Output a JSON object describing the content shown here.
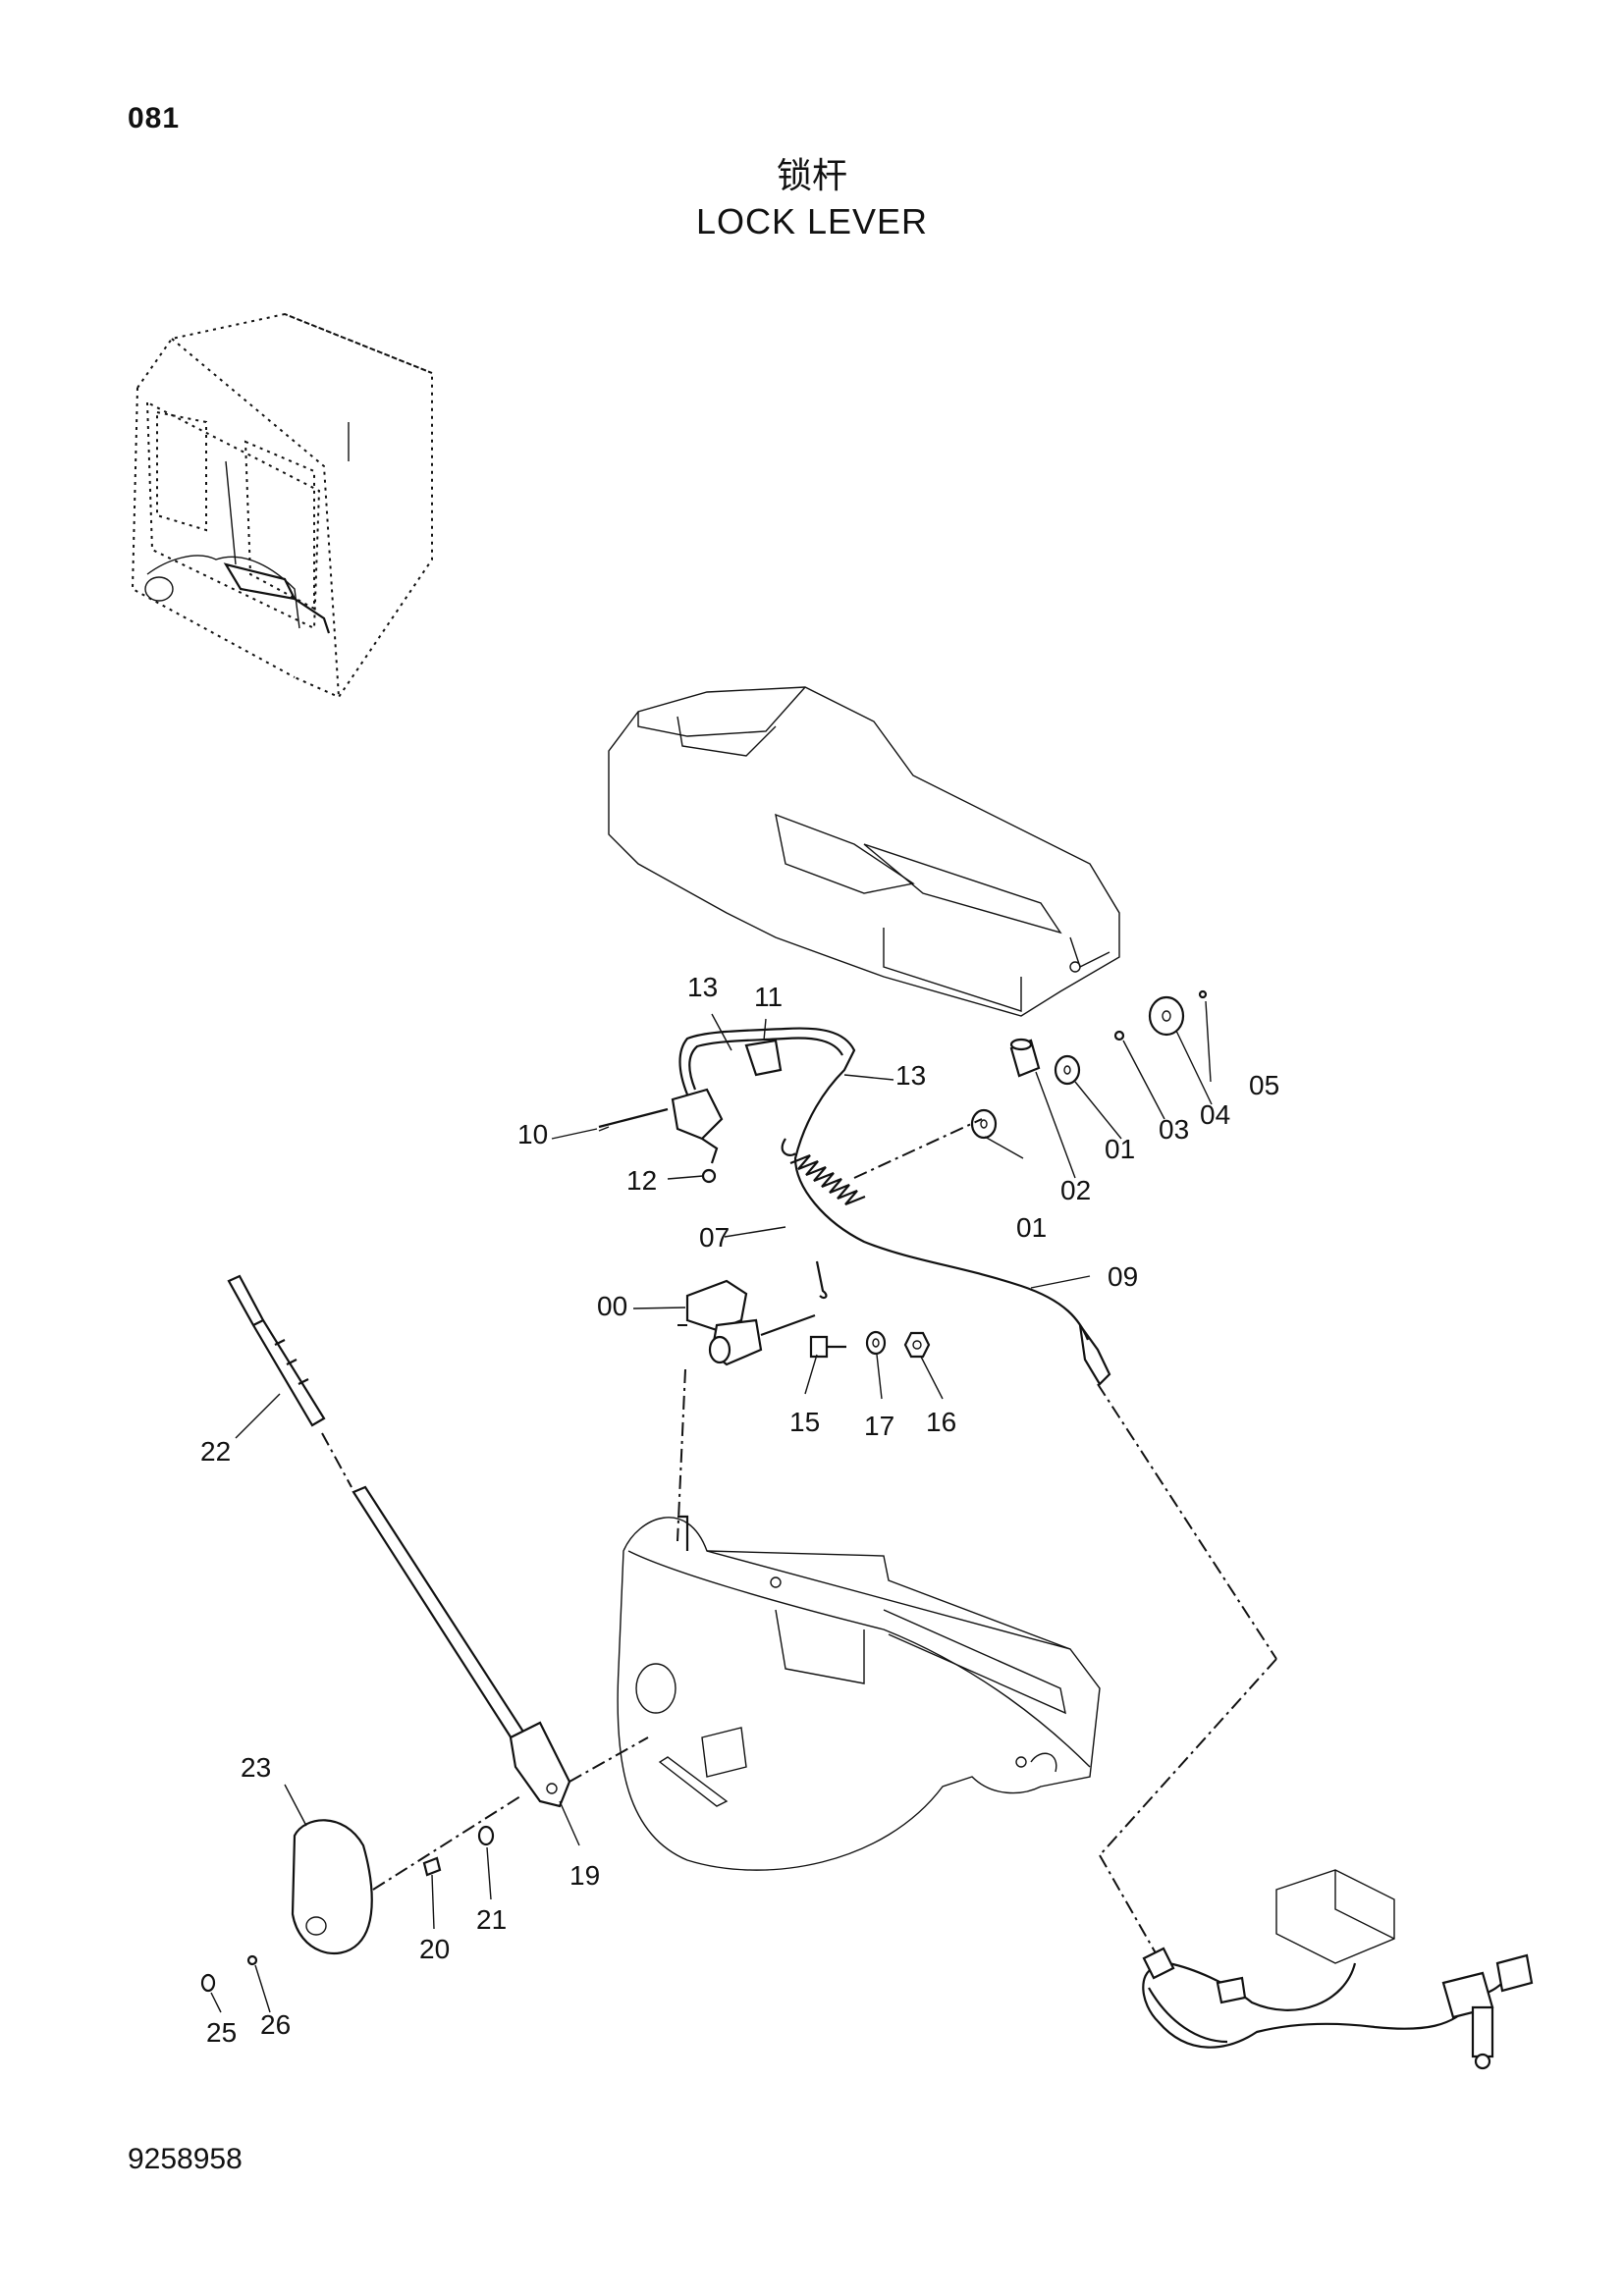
{
  "page_number": "081",
  "title_cn": "锁杆",
  "title_en": "LOCK LEVER",
  "doc_number": "9258958",
  "callouts": {
    "c13a": "13",
    "c11": "11",
    "c13b": "13",
    "c10": "10",
    "c12": "12",
    "c05": "05",
    "c04": "04",
    "c03": "03",
    "c01a": "01",
    "c02": "02",
    "c01b": "01",
    "c07": "07",
    "c09": "09",
    "c00": "00",
    "c15": "15",
    "c17": "17",
    "c16": "16",
    "c22": "22",
    "c23": "23",
    "c19": "19",
    "c20": "20",
    "c21": "21",
    "c25": "25",
    "c26": "26"
  }
}
